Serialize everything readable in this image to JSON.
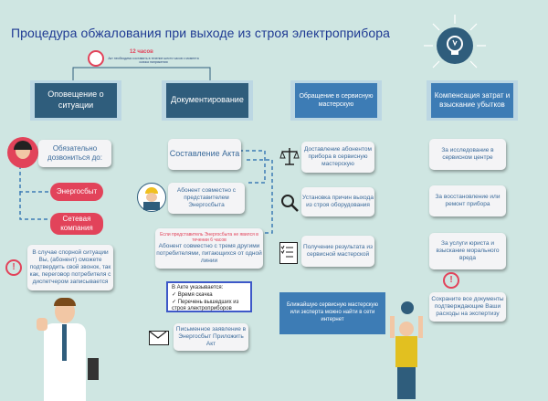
{
  "title": "Процедура обжалования при выходе из строя электроприбора",
  "timer": {
    "hours": "12 часов",
    "caption": "Акт необходимо составить в течение шести часов с момента скачка напряжения"
  },
  "columns": [
    {
      "header": "Оповещение о ситуации"
    },
    {
      "header": "Документирование"
    },
    {
      "header": "Обращение в сервисную мастерскую"
    },
    {
      "header": "Компенсация затрат и взыскание убытков"
    }
  ],
  "col1": {
    "call_box": "Обязательно дозвониться до:",
    "pill1": "Энергосбыт",
    "pill2": "Сетевая компания",
    "dispute_note": "В случае спорной ситуации Вы, (абонент) сможете подтвердить свой звонок, так как, переговор потребителя с диспетчером записывается"
  },
  "col2": {
    "act_box": "Составление Акта",
    "subscriber_box": "Абонент совместно с представителем Энергосбыта",
    "warning": "Если представитель Энергосбыта не явился в течении 6 часов",
    "neighbors_box": "Абонент совместно с тремя другими потребителями, питающихся от одной линии",
    "act_list_title": "В Акте указывается:",
    "act_list": [
      "✓ Время скачка",
      "✓ Перечень вышедших из строя электроприборов"
    ],
    "letter_box": "Письменное заявление в Энергосбыт Приложить Акт"
  },
  "col3": {
    "box1": "Доставление абонентом прибора в сервисную мастерскую",
    "box2": "Установка причин выхода из строя оборудования",
    "box3": "Получение результата из сервисной мастерской",
    "note": "Ближайшую сервисную мастерскую или эксперта можно найти в сети интернет"
  },
  "col4": {
    "box1": "За исследование в сервисном центре",
    "box2": "За восстановление или ремонт прибора",
    "box3": "За услуги юриста и взыскание морального вреда",
    "note": "Сохраните все документы подтверждающие Ваши расходы на экспертизу"
  },
  "colors": {
    "background": "#cfe6e2",
    "header_dark": "#2f5d7c",
    "header_blue": "#3d7cb5",
    "accent_red": "#e2435a",
    "text_blue": "#3a6a9a"
  },
  "icons": [
    "alarm-clock-icon",
    "lightbulb-icon",
    "scales-icon",
    "magnifier-icon",
    "checklist-icon",
    "envelope-icon",
    "exclamation-icon"
  ]
}
